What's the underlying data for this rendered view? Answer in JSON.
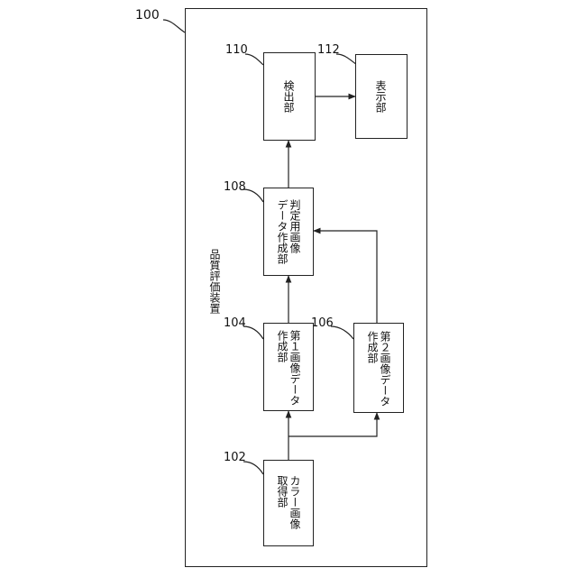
{
  "device": {
    "ref": "100",
    "title": "品質評価装置"
  },
  "blocks": {
    "b102": {
      "ref": "102",
      "line1": "カラー画像",
      "line2": "取得部"
    },
    "b104": {
      "ref": "104",
      "line1": "第１画像データ",
      "line2": "作成部"
    },
    "b106": {
      "ref": "106",
      "line1": "第２画像データ",
      "line2": "作成部"
    },
    "b108": {
      "ref": "108",
      "line1": "判定用画像",
      "line2": "データ作成部"
    },
    "b110": {
      "ref": "110",
      "line1": "検出部"
    },
    "b112": {
      "ref": "112",
      "line1": "表示部"
    }
  }
}
